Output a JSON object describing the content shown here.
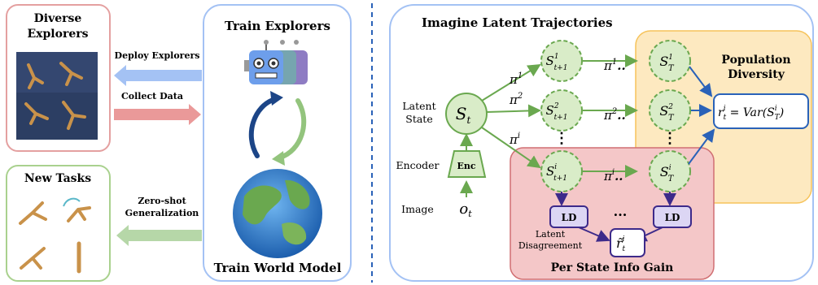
{
  "left_panel": {
    "diverse_explorers_title_1": "Diverse",
    "diverse_explorers_title_2": "Explorers",
    "new_tasks_title": "New Tasks",
    "deploy_explorers_label": "Deploy Explorers",
    "collect_data_label": "Collect Data",
    "zero_shot_label_1": "Zero-shot",
    "zero_shot_label_2": "Generalization",
    "train_explorers_title": "Train Explorers",
    "train_world_model_title": "Train World Model"
  },
  "right_panel": {
    "title": "Imagine Latent Trajectories",
    "latent_state_label_1": "Latent",
    "latent_state_label_2": "State",
    "encoder_label": "Encoder",
    "image_label": "Image",
    "enc_box_label": "Enc",
    "population_diversity_1": "Population",
    "population_diversity_2": "Diversity",
    "per_state_info_gain": "Per State Info Gain",
    "latent_disagreement_1": "Latent",
    "latent_disagreement_2": "Disagreement",
    "ld_label": "LD",
    "ellipsis": "...",
    "reward_formula_lhs": "r",
    "reward_formula_rhs": " = Var(S",
    "reward_formula_end": ")"
  },
  "colors": {
    "green_node_fill": "#d9ecc8",
    "green_stroke": "#6aa84f",
    "orange_region": "#fde9c0",
    "red_region": "#f4c7c8",
    "blue_arrow": "#2a62b8",
    "purple": "#3d2a8a",
    "ld_fill": "#dcd6f4"
  }
}
